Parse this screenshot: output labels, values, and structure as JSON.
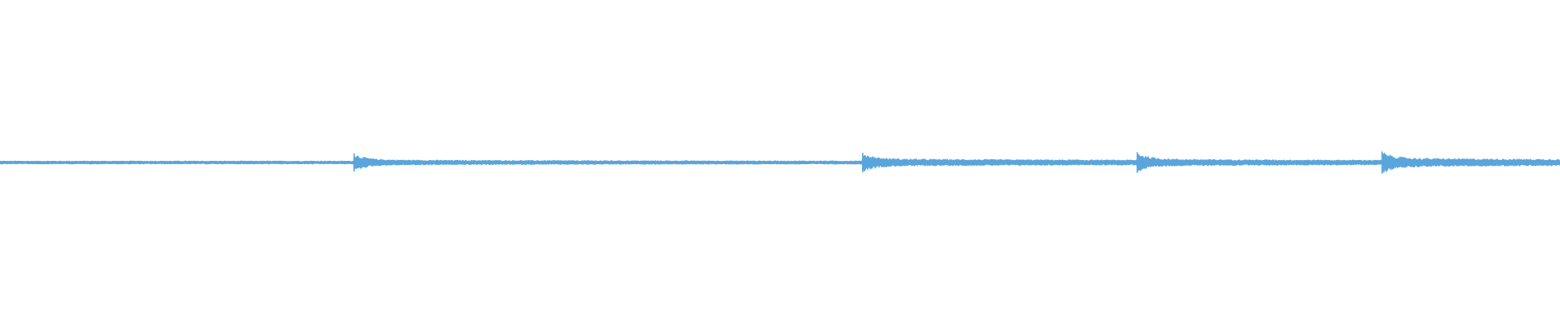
{
  "colors": {
    "background": "#ffffff",
    "waveform": "#5aa5dc"
  },
  "chart_data": {
    "type": "area",
    "title": "",
    "xlabel": "",
    "ylabel": "",
    "grid": false,
    "legend": "none",
    "xlim": [
      0,
      1
    ],
    "ylim": [
      -1,
      1
    ],
    "baseline_amplitude": 0.012,
    "segments": [
      {
        "start": 0.0,
        "end": 0.227,
        "onset_peak": 0.012,
        "sustain": 0.012
      },
      {
        "start": 0.227,
        "end": 0.553,
        "onset_peak": 0.07,
        "sustain": 0.022
      },
      {
        "start": 0.553,
        "end": 0.729,
        "onset_peak": 0.075,
        "sustain": 0.03
      },
      {
        "start": 0.729,
        "end": 0.886,
        "onset_peak": 0.08,
        "sustain": 0.028
      },
      {
        "start": 0.886,
        "end": 1.0,
        "onset_peak": 0.085,
        "sustain": 0.035
      }
    ]
  }
}
